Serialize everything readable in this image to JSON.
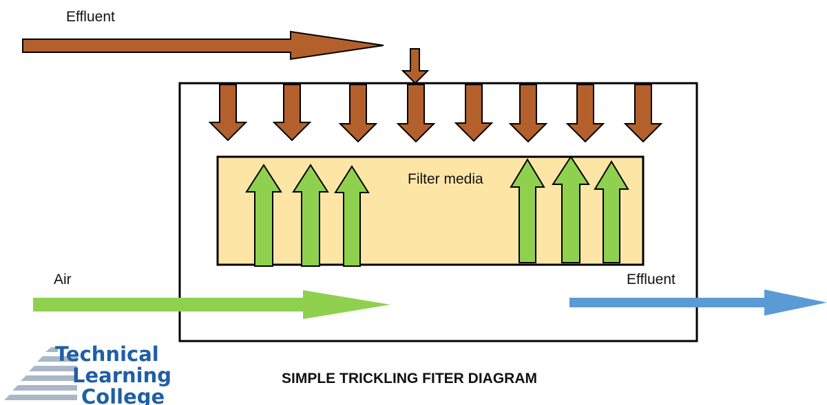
{
  "labels": {
    "effluent_in": "Effluent",
    "filter_media": "Filter media",
    "air": "Air",
    "effluent_out": "Effluent",
    "caption": "SIMPLE TRICKLING FITER DIAGRAM"
  },
  "logo": {
    "line1": "Technical",
    "line2": "Learning",
    "line3": "College"
  },
  "colors": {
    "effluent_arrow": "#b3602c",
    "air_arrow": "#8fd14f",
    "outflow_arrow": "#5b9bd5",
    "filter_media": "#fde5a6",
    "logo_text": "#1f5fa6",
    "logo_stripes": "#a9b8c6"
  }
}
